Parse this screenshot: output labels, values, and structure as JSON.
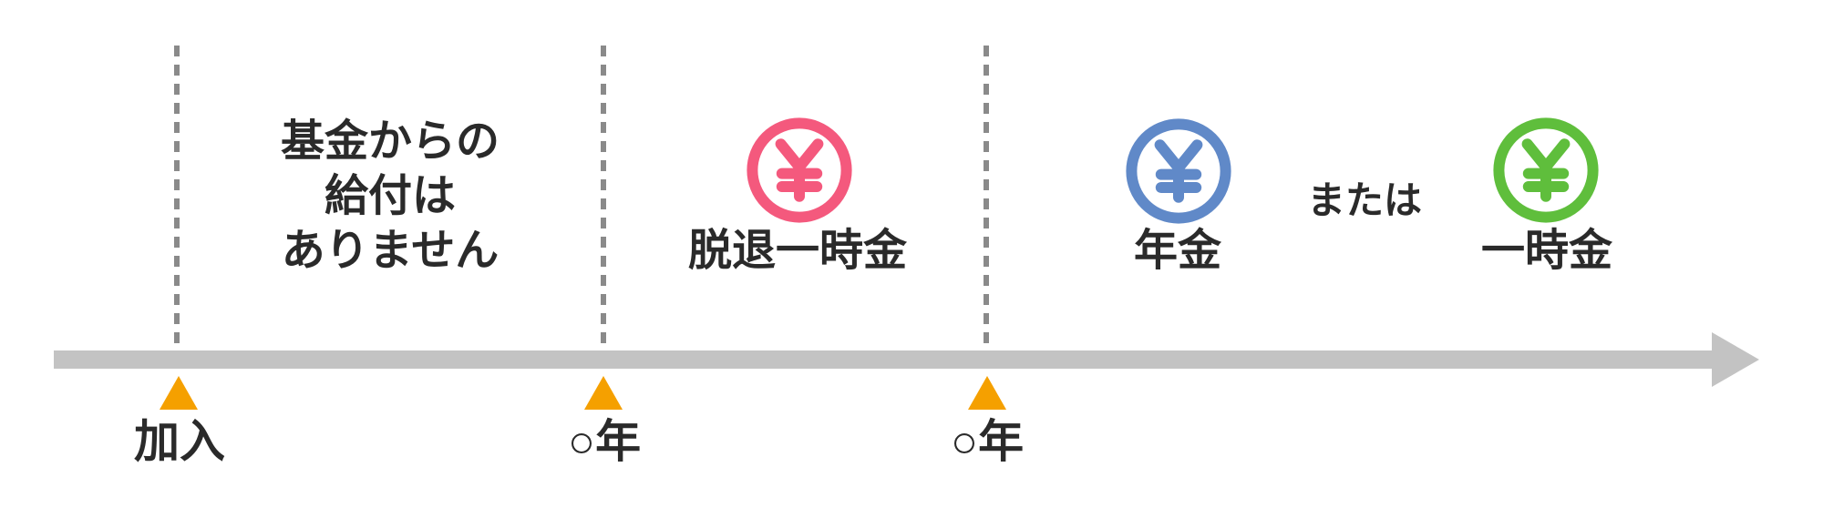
{
  "colors": {
    "withdrawal_pink": "#F4597D",
    "pension_blue": "#6089C8",
    "lump_sum_green": "#5FBE3C",
    "marker_orange": "#F5A000",
    "timeline_gray": "#C3C3C3",
    "dashed_line_gray": "#8A8A8A",
    "text_dark": "#2A2A2A"
  },
  "timeline": {
    "markers": [
      {
        "label": "加入"
      },
      {
        "label": "○年"
      },
      {
        "label": "○年"
      }
    ]
  },
  "sections": [
    {
      "name": "no-benefit-period",
      "lines": [
        "基金からの",
        "給付は",
        "ありません"
      ]
    },
    {
      "name": "withdrawal-period",
      "icon": "yen-circle-icon",
      "label": "脱退一時金"
    },
    {
      "name": "retirement-period",
      "or_label": "または",
      "options": [
        {
          "icon": "yen-circle-icon",
          "label": "年金"
        },
        {
          "icon": "yen-circle-icon",
          "label": "一時金"
        }
      ]
    }
  ]
}
